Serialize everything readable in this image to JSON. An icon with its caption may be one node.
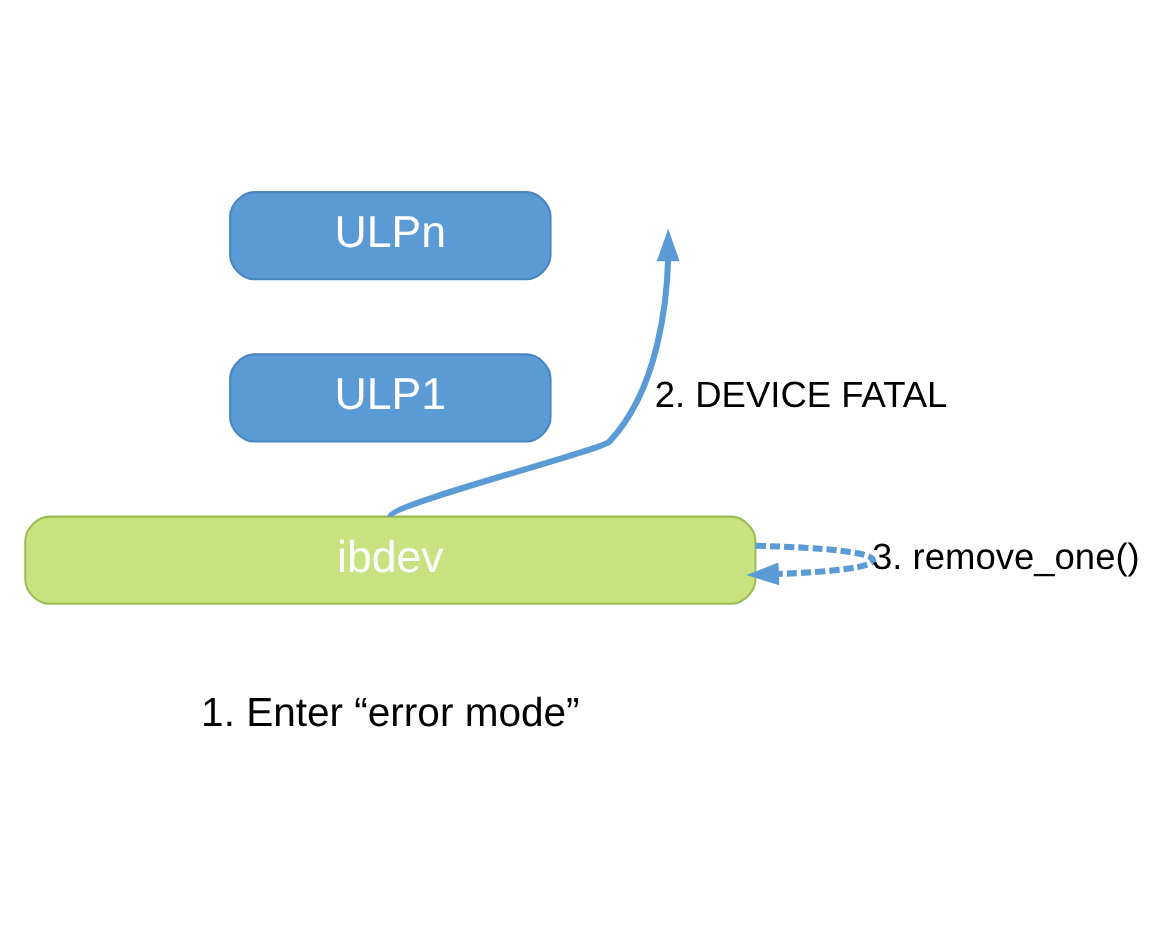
{
  "diagram": {
    "nodes": [
      {
        "text": [
          "ULPn"
        ]
      },
      {
        "text": [
          "ULP1"
        ]
      },
      {
        "text": [
          "ibdev"
        ]
      }
    ],
    "edges": [
      {
        "from": 2,
        "to": null,
        "arrow": "to",
        "label": "2. DEVICE FATAL"
      },
      {
        "from": 2,
        "to": 2,
        "arrow": "to",
        "label": "3. remove_one()",
        "style": "dashed"
      }
    ],
    "labels": [
      "1. Enter “error mode”"
    ]
  }
}
